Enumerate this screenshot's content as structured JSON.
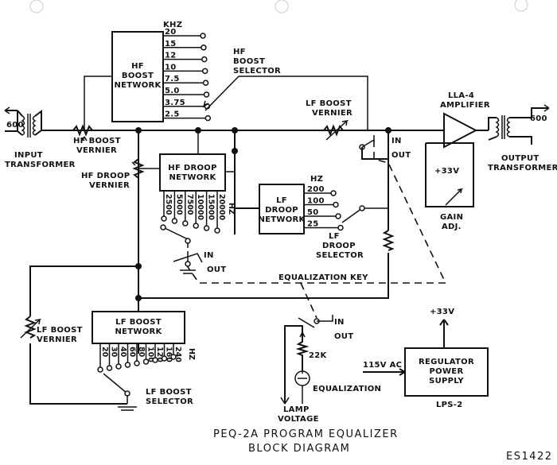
{
  "title": "PEQ-2A PROGRAM EQUALIZER",
  "subtitle": "BLOCK DIAGRAM",
  "drawing_number": "ES1422",
  "input": {
    "impedance": "600",
    "label_l1": "INPUT",
    "label_l2": "TRANSFORMER"
  },
  "output": {
    "impedance": "600",
    "label_l1": "OUTPUT",
    "label_l2": "TRANSFORMER"
  },
  "hf_boost": {
    "unit": "KHZ",
    "network_l1": "HF",
    "network_l2": "BOOST",
    "network_l3": "NETWORK",
    "taps": [
      "20",
      "15",
      "12",
      "10",
      "7.5",
      "5.0",
      "3.75",
      "2.5"
    ],
    "selector_l1": "HF",
    "selector_l2": "BOOST",
    "selector_l3": "SELECTOR",
    "vernier_l1": "HF BOOST",
    "vernier_l2": "VERNIER"
  },
  "hf_droop": {
    "network_l1": "HF DROOP",
    "network_l2": "NETWORK",
    "taps": [
      "2500",
      "5000",
      "7500",
      "10000",
      "15000",
      "20000"
    ],
    "unit": "HZ",
    "vernier_l1": "HF DROOP",
    "vernier_l2": "VERNIER",
    "switch_in": "IN",
    "switch_out": "OUT"
  },
  "lf_droop": {
    "unit": "HZ",
    "network_l1": "LF",
    "network_l2": "DROOP",
    "network_l3": "NETWORK",
    "taps": [
      "200",
      "100",
      "50",
      "25"
    ],
    "selector_l1": "LF",
    "selector_l2": "DROOP",
    "selector_l3": "SELECTOR"
  },
  "lf_boost_top": {
    "vernier_l1": "LF BOOST",
    "vernier_l2": "VERNIER",
    "switch_in": "IN",
    "switch_out": "OUT"
  },
  "lf_boost": {
    "network_l1": "LF BOOST",
    "network_l2": "NETWORK",
    "taps": [
      "20",
      "30",
      "40",
      "60",
      "80",
      "100",
      "120",
      "160",
      "240"
    ],
    "unit": "HZ",
    "vernier_l1": "LF BOOST",
    "vernier_l2": "VERNIER",
    "selector_l1": "LF BOOST",
    "selector_l2": "SELECTOR"
  },
  "amplifier": {
    "name_l1": "LLA-4",
    "name_l2": "AMPLIFIER",
    "supply": "+33V",
    "gain_l1": "GAIN",
    "gain_l2": "ADJ."
  },
  "eq_key": {
    "label": "EQUALIZATION KEY",
    "switch_in": "IN",
    "switch_out": "OUT",
    "resistor": "22K",
    "lamp": "EQUALIZATION",
    "lamp_voltage_l1": "LAMP",
    "lamp_voltage_l2": "VOLTAGE"
  },
  "power_supply": {
    "voltage": "+33V",
    "ac_input": "115V AC",
    "name_l1": "REGULATOR",
    "name_l2": "POWER",
    "name_l3": "SUPPLY",
    "model": "LPS-2"
  }
}
